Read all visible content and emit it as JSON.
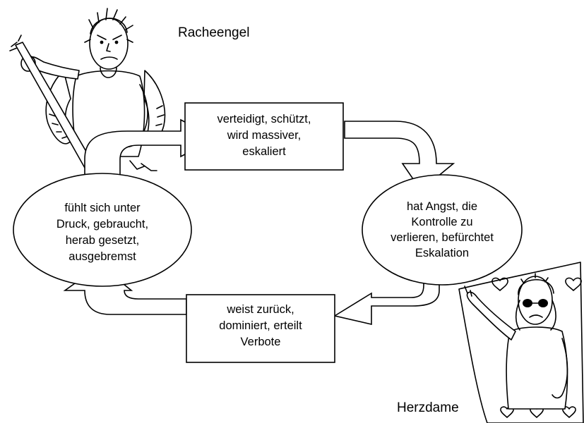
{
  "figures": {
    "top_left": {
      "caption": "Racheengel"
    },
    "bottom_right": {
      "caption": "Herzdame"
    }
  },
  "nodes": {
    "top": {
      "lines": [
        "verteidigt, schützt,",
        "wird massiver,",
        "eskaliert"
      ]
    },
    "right": {
      "lines": [
        "hat Angst, die",
        "Kontrolle zu",
        "verlieren, befürchtet",
        "Eskalation"
      ]
    },
    "bottom": {
      "lines": [
        "weist zurück,",
        "dominiert, erteilt",
        "Verbote"
      ]
    },
    "left": {
      "lines": [
        "fühlt sich unter",
        "Druck, gebraucht,",
        "herab gesetzt,",
        "ausgebremst"
      ]
    }
  }
}
